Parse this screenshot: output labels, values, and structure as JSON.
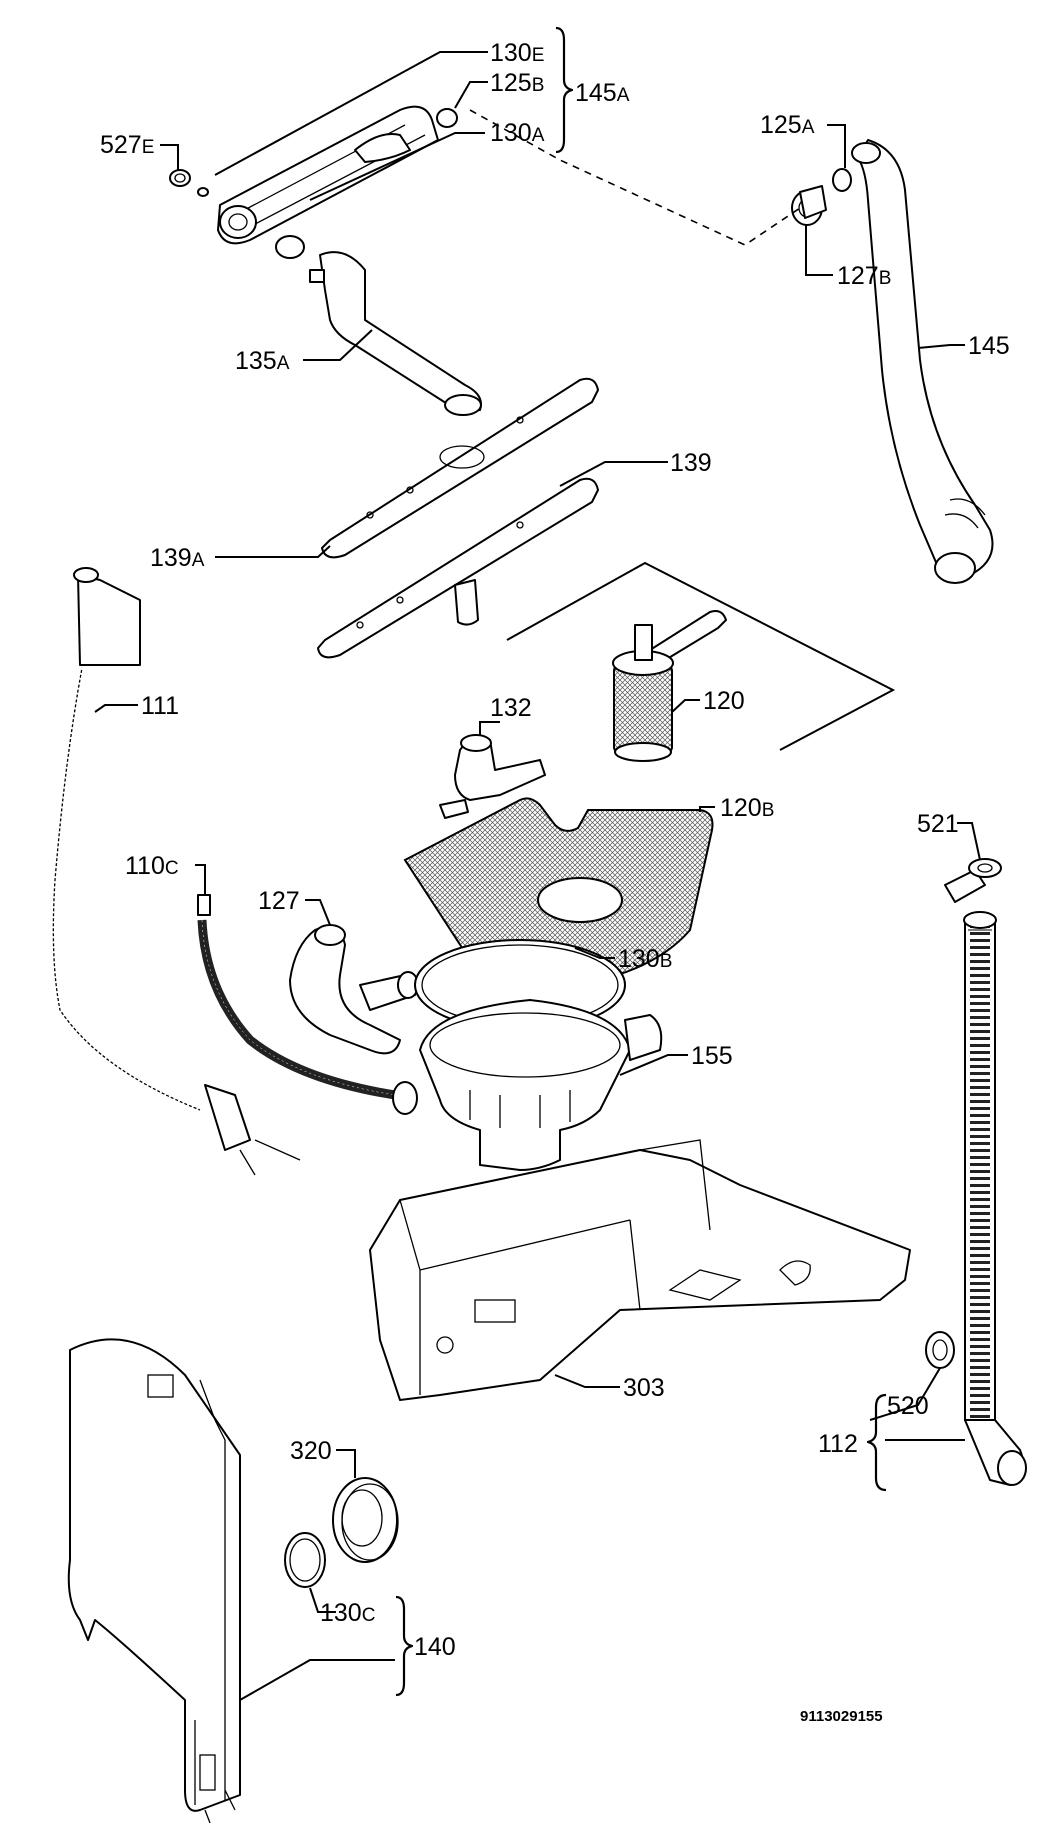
{
  "labels": {
    "l130e": {
      "num": "130",
      "suf": "E"
    },
    "l125b": {
      "num": "125",
      "suf": "B"
    },
    "l130a": {
      "num": "130",
      "suf": "A"
    },
    "l145a": {
      "num": "145",
      "suf": "A"
    },
    "l527e": {
      "num": "527",
      "suf": "E"
    },
    "l125a": {
      "num": "125",
      "suf": "A"
    },
    "l127b": {
      "num": "127",
      "suf": "B"
    },
    "l145": {
      "num": "145",
      "suf": ""
    },
    "l135a": {
      "num": "135",
      "suf": "A"
    },
    "l139": {
      "num": "139",
      "suf": ""
    },
    "l139a": {
      "num": "139",
      "suf": "A"
    },
    "l111": {
      "num": "111",
      "suf": ""
    },
    "l120": {
      "num": "120",
      "suf": ""
    },
    "l132": {
      "num": "132",
      "suf": ""
    },
    "l120b": {
      "num": "120",
      "suf": "B"
    },
    "l521": {
      "num": "521",
      "suf": ""
    },
    "l110c": {
      "num": "110",
      "suf": "C"
    },
    "l127": {
      "num": "127",
      "suf": ""
    },
    "l130b": {
      "num": "130",
      "suf": "B"
    },
    "l155": {
      "num": "155",
      "suf": ""
    },
    "l303": {
      "num": "303",
      "suf": ""
    },
    "l112": {
      "num": "112",
      "suf": ""
    },
    "l520": {
      "num": "520",
      "suf": ""
    },
    "l320": {
      "num": "320",
      "suf": ""
    },
    "l130c": {
      "num": "130",
      "suf": "C"
    },
    "l140": {
      "num": "140",
      "suf": ""
    }
  },
  "drawing_code": "9113029155",
  "colors": {
    "line": "#000000",
    "background": "#ffffff",
    "shade": "#e6e6e6"
  }
}
